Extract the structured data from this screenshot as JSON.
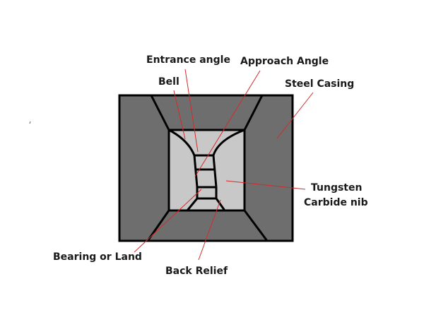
{
  "diagram": {
    "labels": {
      "entrance_angle": "Entrance angle",
      "approach_angle": "Approach Angle",
      "bell": "Bell",
      "steel_casing": "Steel Casing",
      "tungsten_line1": "Tungsten",
      "tungsten_line2": "Carbide nib",
      "bearing_or_land": "Bearing or Land",
      "back_relief": "Back Relief"
    },
    "colors": {
      "casing": "#6e6e6e",
      "nib": "#c8c8c8",
      "outline": "#000000",
      "leader": "#d42a2a",
      "text": "#1a1a1a"
    }
  }
}
